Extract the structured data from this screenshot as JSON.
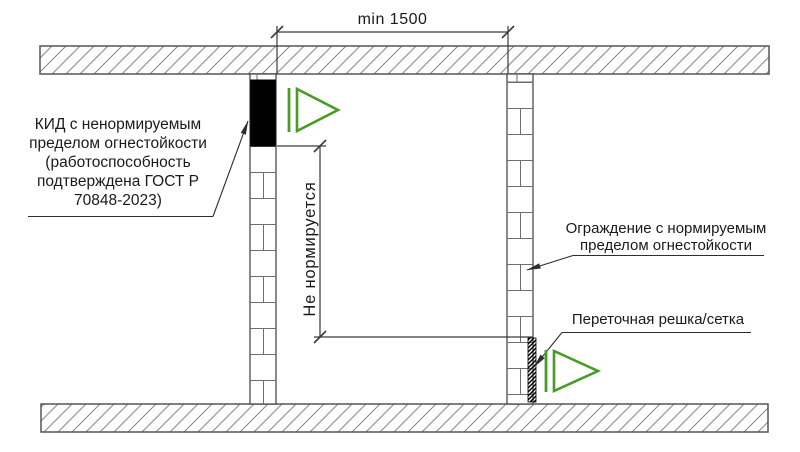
{
  "dimensions": {
    "top": "min 1500",
    "vertical": "Не нормируется"
  },
  "labels": {
    "kid": {
      "lines": [
        "КИД с ненормируемым",
        "пределом огнестойкости",
        "(работоспособность",
        "подтверждена ГОСТ Р",
        "70848-2023)"
      ]
    },
    "fence": {
      "lines": [
        "Ограждение с нормируемым",
        "пределом огнестойкости"
      ]
    },
    "grille": "Переточная решка/сетка"
  },
  "colors": {
    "airflow_green": "#4a9b28",
    "line_dark": "#4a4a4a",
    "hatch_gray": "#8a8a8a",
    "kid_fill": "#000000"
  }
}
